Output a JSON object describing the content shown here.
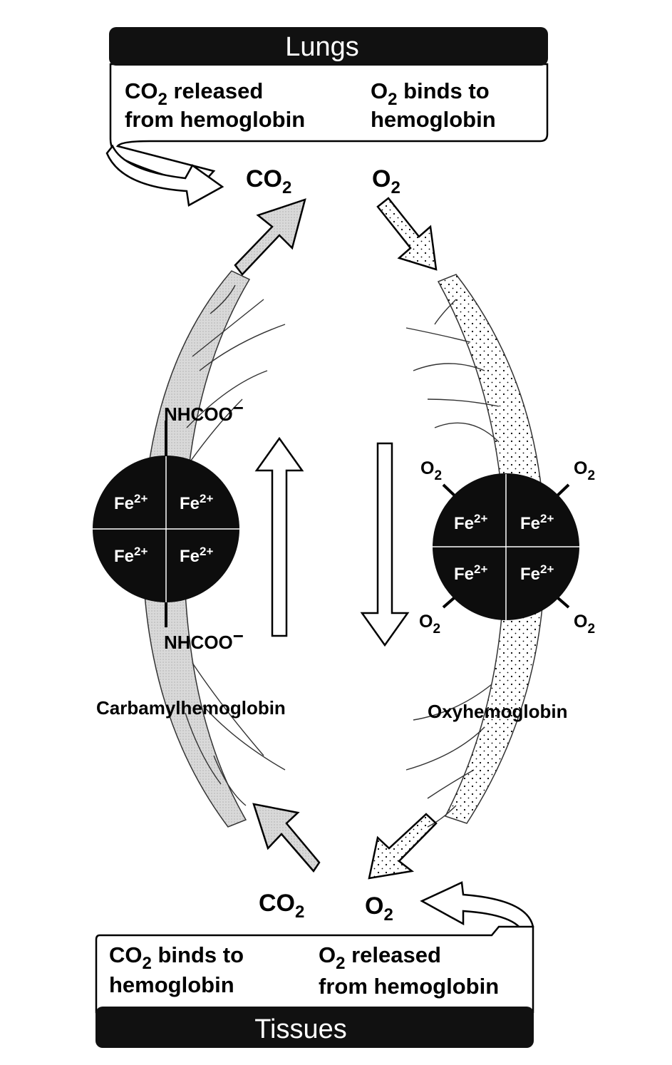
{
  "lungs": {
    "header": "Lungs",
    "note_left_line1": "CO",
    "note_left_line1_sub": "2",
    "note_left_line1_rest": " released",
    "note_left_line2": "from hemoglobin",
    "note_right_line1": "O",
    "note_right_line1_sub": "2",
    "note_right_line1_rest": " binds to",
    "note_right_line2": "hemoglobin"
  },
  "tissues": {
    "header": "Tissues",
    "note_left_line1": "CO",
    "note_left_line1_sub": "2",
    "note_left_line1_rest": " binds to",
    "note_left_line2": "hemoglobin",
    "note_right_line1": "O",
    "note_right_line1_sub": "2",
    "note_right_line1_rest": " released",
    "note_right_line2": "from hemoglobin"
  },
  "gases": {
    "co2": "CO",
    "o2": "O",
    "sub": "2"
  },
  "carbamylhemoglobin": {
    "label": "Carbamylhemoglobin",
    "group_top": "NHCOO",
    "group_bottom": "NHCOO",
    "charge": "−",
    "iron": "Fe",
    "iron_charge": "2+"
  },
  "oxyhemoglobin": {
    "label": "Oxyhemoglobin",
    "ligand": "O",
    "ligand_sub": "2",
    "iron": "Fe",
    "iron_charge": "2+"
  },
  "colors": {
    "box_header": "#111111",
    "molecule": "#0d0d0d",
    "vessel_left": "#d6d6d6",
    "vessel_right": "#ffffff"
  }
}
